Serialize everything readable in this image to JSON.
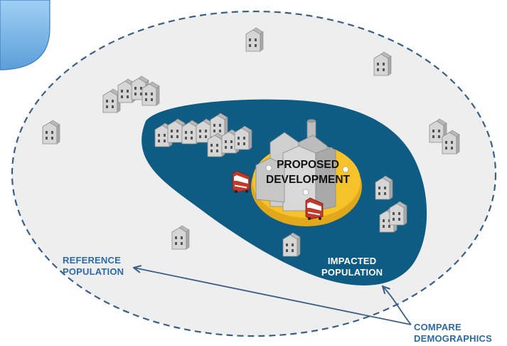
{
  "labels": {
    "reference_line1": "REFERENCE",
    "reference_line2": "POPULATION",
    "impacted_line1": "IMPACTED",
    "impacted_line2": "POPULATION",
    "development_line1": "PROPOSED",
    "development_line2": "DEVELOPMENT",
    "compare_line1": "COMPARE",
    "compare_line2": "DEMOGRAPHICS"
  },
  "colors": {
    "reference_area": "#eeeeee",
    "reference_border": "#3a5f86",
    "impacted_area": "#0e5c84",
    "development_site": "#f6c22a",
    "label_blue": "#2a6aa6",
    "corner_circle": "#6aaae0"
  },
  "icons": [
    "house-icon",
    "factory-icon",
    "bus-icon",
    "arrow-icon"
  ]
}
